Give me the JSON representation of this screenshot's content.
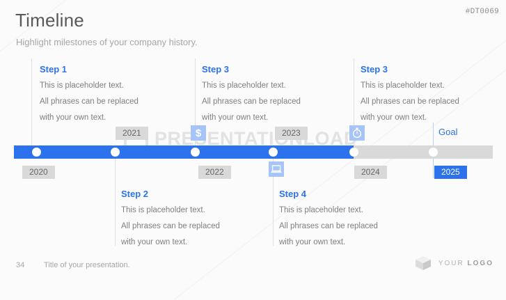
{
  "header": {
    "title": "Timeline",
    "subtitle": "Highlight milestones of your company history.",
    "doc_code": "#DT0069"
  },
  "watermark": {
    "text": "PRESENTATIONLOAD"
  },
  "colors": {
    "accent": "#2b72ec",
    "icon_tile": "#a6c4f7",
    "bar_done": "#2b72ec",
    "bar_remaining": "#d9d9d9",
    "year_chip": "#d9d9d9",
    "body_text": "#7f7f7f"
  },
  "timeline": {
    "years_below": [
      "2020",
      "2022",
      "2024"
    ],
    "years_above": [
      "2021",
      "2023"
    ],
    "goal_label": "Goal",
    "goal_year": "2025",
    "icons": [
      {
        "name": "dollar-icon",
        "glyph": "$"
      },
      {
        "name": "laptop-icon",
        "glyph": "laptop"
      },
      {
        "name": "stopwatch-icon",
        "glyph": "stopwatch"
      }
    ]
  },
  "steps": [
    {
      "title": "Step 1",
      "line1": "This is placeholder text.",
      "line2": "All phrases can be replaced",
      "line3": "with your own text."
    },
    {
      "title": "Step 3",
      "line1": "This is placeholder text.",
      "line2": "All phrases can be replaced",
      "line3": "with your own text."
    },
    {
      "title": "Step 3",
      "line1": "This is placeholder text.",
      "line2": "All phrases can be replaced",
      "line3": "with your own text."
    },
    {
      "title": "Step 2",
      "line1": "This is placeholder text.",
      "line2": "All phrases can be replaced",
      "line3": "with your own text."
    },
    {
      "title": "Step 4",
      "line1": "This is placeholder text.",
      "line2": "All phrases can be replaced",
      "line3": "with your own text."
    }
  ],
  "footer": {
    "page_number": "34",
    "title": "Title of your presentation.",
    "logo_word1": "YOUR",
    "logo_word2": "LOGO"
  }
}
